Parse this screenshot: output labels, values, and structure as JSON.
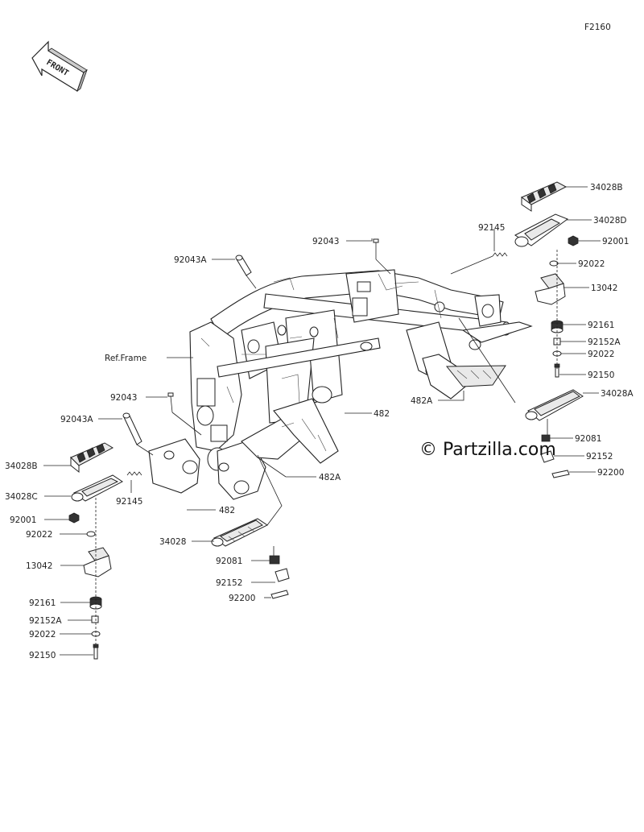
{
  "diagram_code": "F2160",
  "front_label": "FRONT",
  "ref_frame": "Ref.Frame",
  "watermark": "© Partzilla.com",
  "labels": {
    "p34028B_r": "34028B",
    "p34028D": "34028D",
    "p92145_r": "92145",
    "p92001_r": "92001",
    "p92022_r1": "92022",
    "p92043_r": "92043",
    "p92043A_l1": "92043A",
    "p13042_r": "13042",
    "p92161_r": "92161",
    "p92152A_r": "92152A",
    "p92022_r2": "92022",
    "p92150_r": "92150",
    "p34028A": "34028A",
    "p482A_r": "482A",
    "p482_m": "482",
    "p92081_r": "92081",
    "p92152_r": "92152",
    "p92200_r": "92200",
    "p92043_l": "92043",
    "p92043A_l2": "92043A",
    "p34028B_l": "34028B",
    "p34028C": "34028C",
    "p92145_l": "92145",
    "p92001_l": "92001",
    "p92022_l1": "92022",
    "p13042_l": "13042",
    "p92161_l": "92161",
    "p92152A_l": "92152A",
    "p92022_l2": "92022",
    "p92150_l": "92150",
    "p482_l": "482",
    "p482A_m": "482A",
    "p34028": "34028",
    "p92081_l": "92081",
    "p92152_l": "92152",
    "p92200_l": "92200"
  }
}
